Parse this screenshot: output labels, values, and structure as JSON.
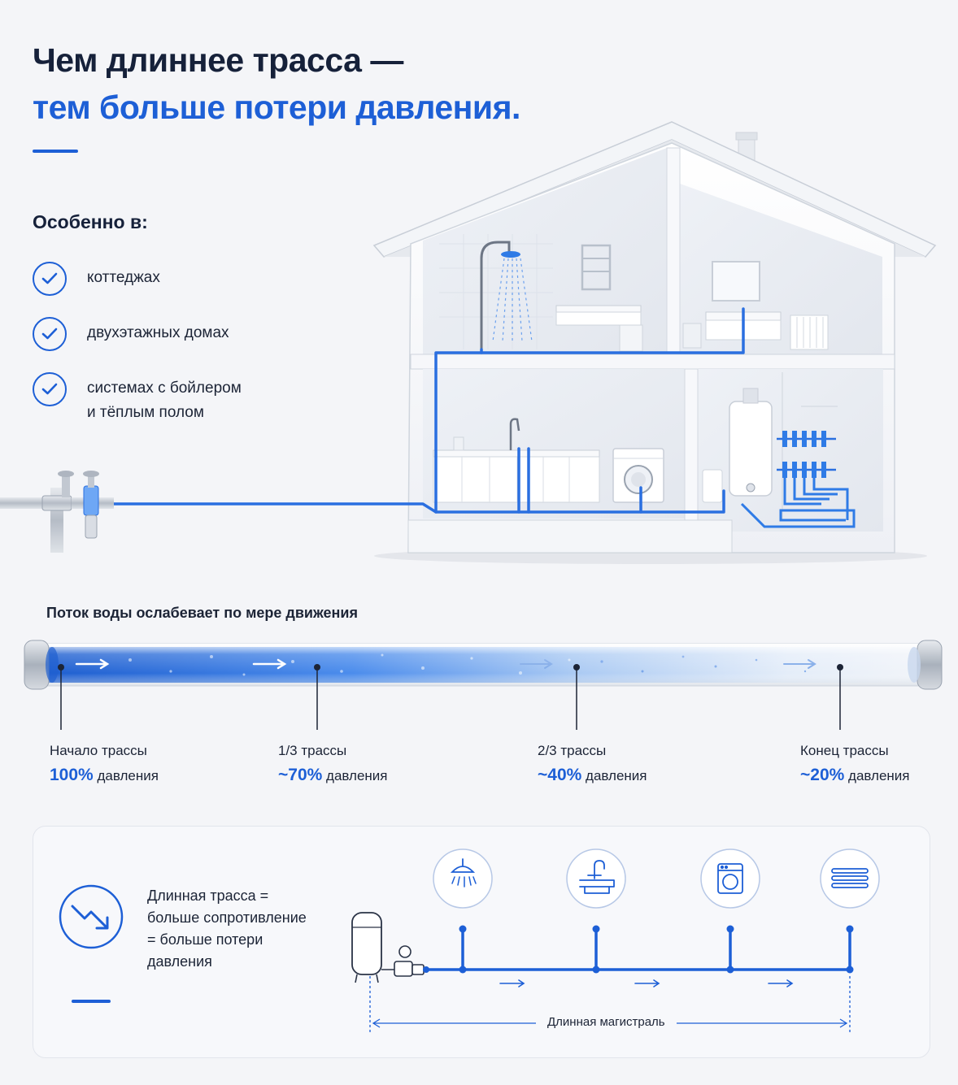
{
  "header": {
    "title_line1": "Чем длиннее трасса —",
    "title_line2": "тем больше потери давления."
  },
  "especially": {
    "heading": "Особенно в:",
    "items": [
      {
        "line1": "коттеджах",
        "line2": ""
      },
      {
        "line1": "двухэтажных домах",
        "line2": ""
      },
      {
        "line1": "системах с бойлером",
        "line2": "и тёплым полом"
      }
    ]
  },
  "flow": {
    "caption": "Поток воды ослабевает по мере движения",
    "markers": [
      {
        "name": "Начало трассы",
        "percent": "100%",
        "suffix": "давления"
      },
      {
        "name": "1/3 трассы",
        "percent": "~70%",
        "suffix": "давления"
      },
      {
        "name": "2/3 трассы",
        "percent": "~40%",
        "suffix": "давления"
      },
      {
        "name": "Конец трассы",
        "percent": "~20%",
        "suffix": "давления"
      }
    ]
  },
  "card": {
    "text_line1": "Длинная трасса =",
    "text_line2": "больше сопротивление",
    "text_line3": "= больше потери",
    "text_line4": "давления",
    "mainline_label": "Длинная магистраль",
    "icons": [
      "decline-arrow-icon",
      "shower-icon",
      "faucet-icon",
      "washing-machine-icon",
      "floor-heating-icon"
    ]
  },
  "colors": {
    "accent": "#1d5fd6",
    "text": "#16213a",
    "background": "#f4f5f8"
  }
}
